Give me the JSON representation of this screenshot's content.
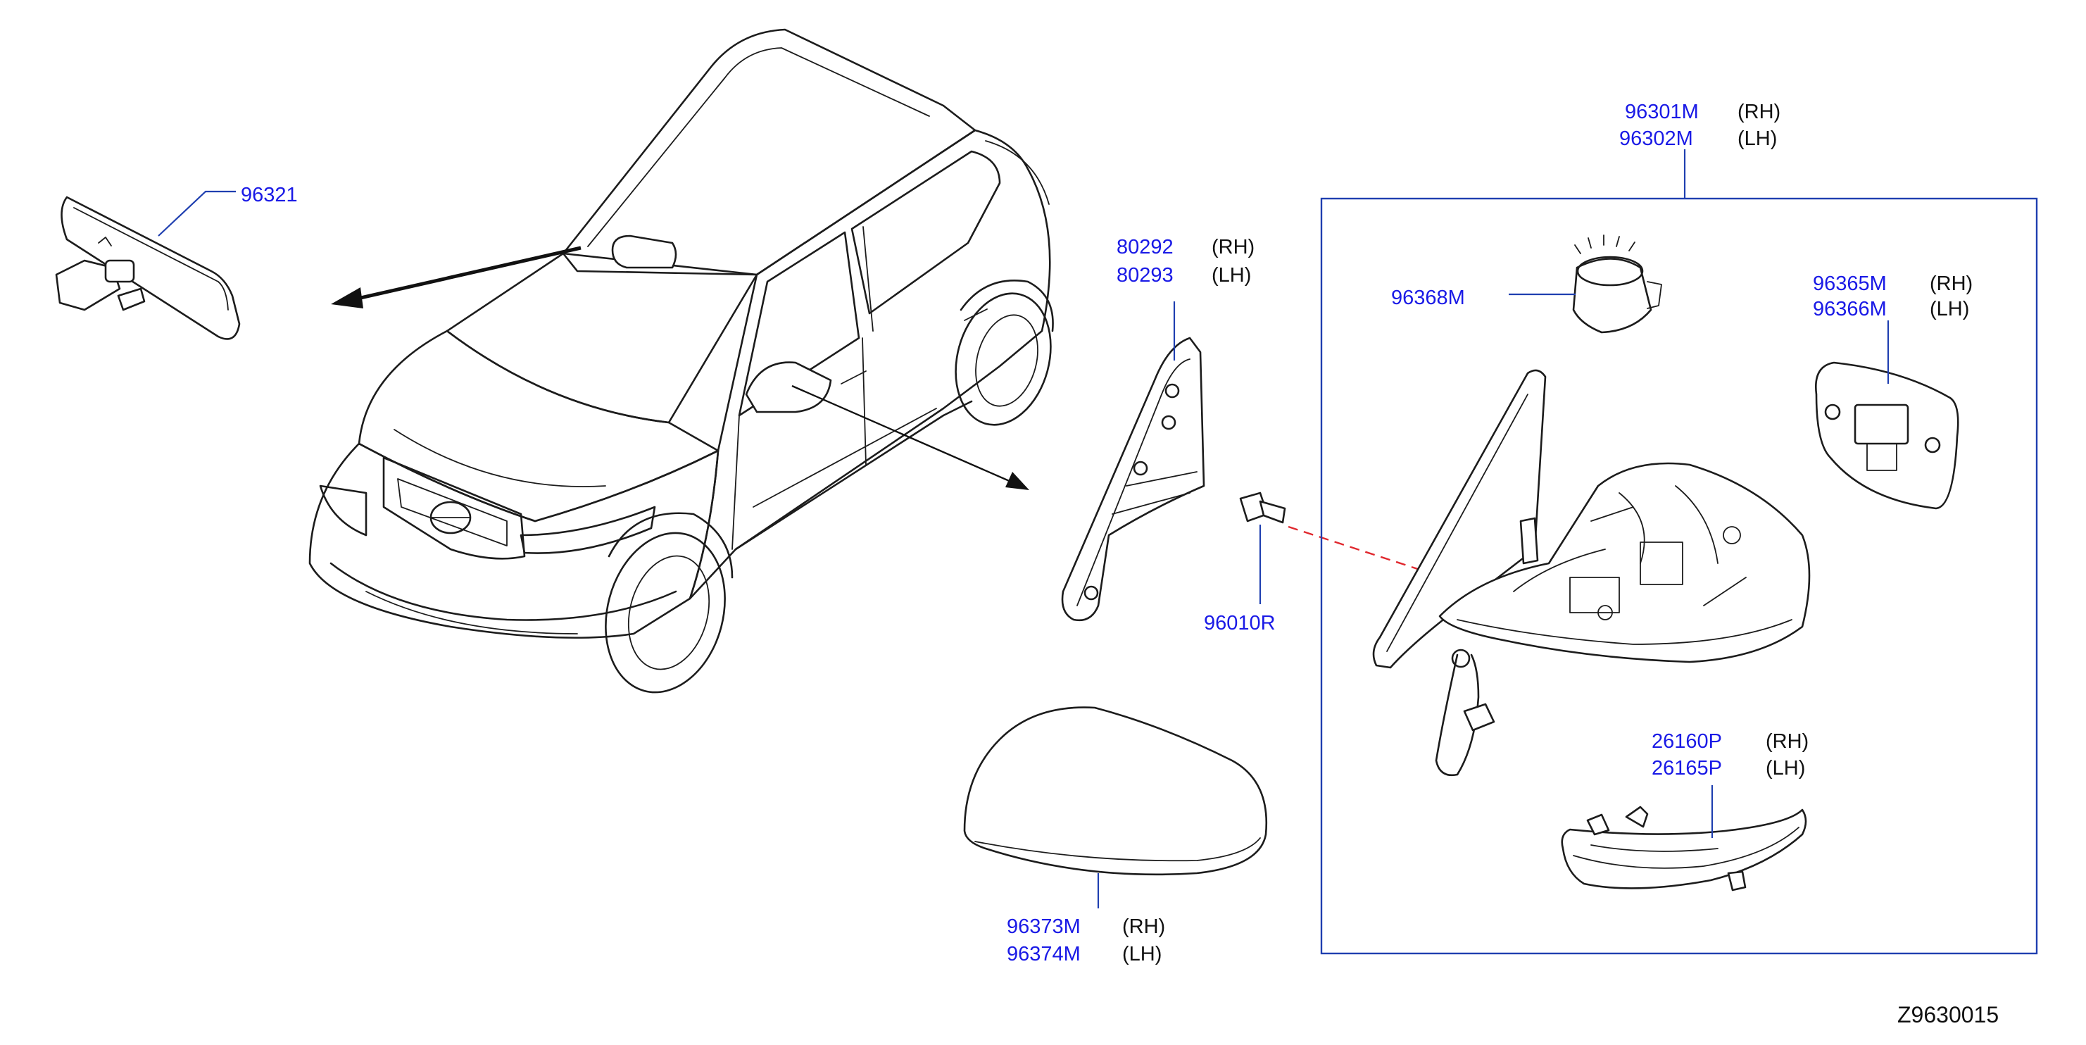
{
  "diagram_code": "Z9630015",
  "callouts": {
    "inner_mirror": {
      "part": "96321"
    },
    "door_mirror_assy": {
      "part_rh": "96301M",
      "side_rh": "(RH)",
      "part_lh": "96302M",
      "side_lh": "(LH)"
    },
    "actuator": {
      "part": "96368M"
    },
    "mirror_glass": {
      "part_rh": "96365M",
      "side_rh": "(RH)",
      "part_lh": "96366M",
      "side_lh": "(LH)"
    },
    "corner_finisher": {
      "part_rh": "80292",
      "side_rh": "(RH)",
      "part_lh": "80293",
      "side_lh": "(LH)"
    },
    "bolt": {
      "part": "96010R"
    },
    "turn_lamp": {
      "part_rh": "26160P",
      "side_rh": "(RH)",
      "part_lh": "26165P",
      "side_lh": "(LH)"
    },
    "mirror_cover": {
      "part_rh": "96373M",
      "side_rh": "(RH)",
      "part_lh": "96374M",
      "side_lh": "(LH)"
    }
  }
}
